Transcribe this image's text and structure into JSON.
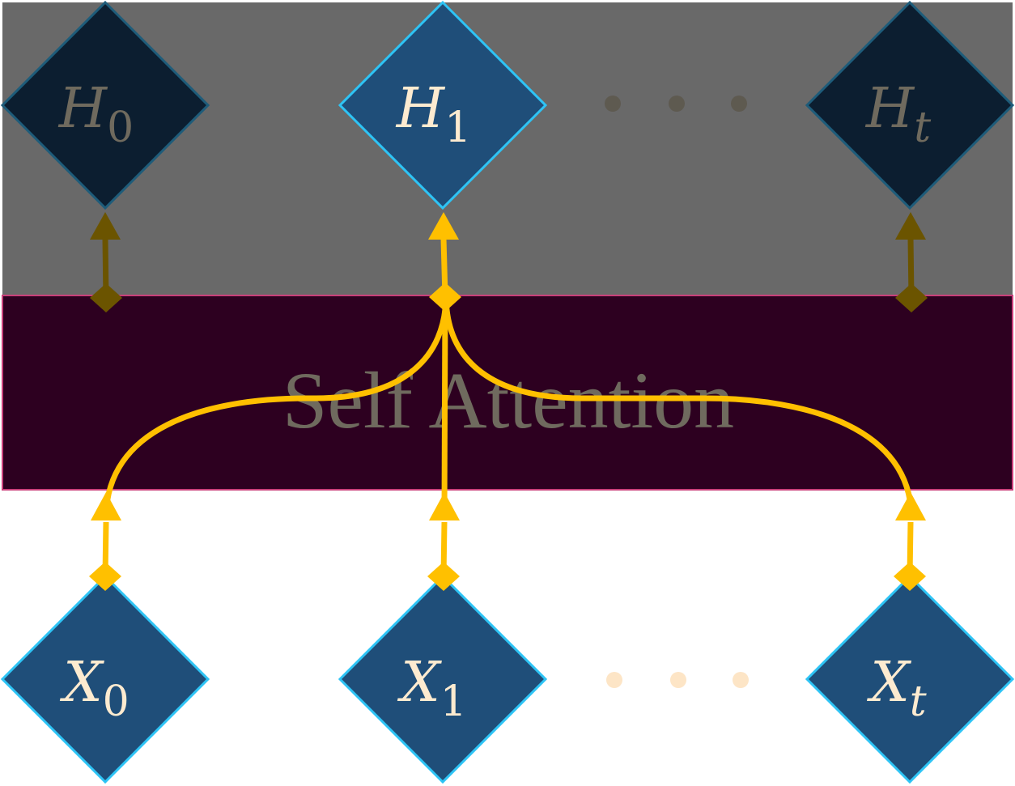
{
  "diagram": {
    "layer_label": "Self Attention",
    "ellipsis": "·  ·  ·",
    "outputs": [
      {
        "symbol": "H",
        "subscript": "0",
        "highlighted": false
      },
      {
        "symbol": "H",
        "subscript": "1",
        "highlighted": true
      },
      {
        "symbol": "H",
        "subscript": "t",
        "highlighted": false
      }
    ],
    "inputs": [
      {
        "symbol": "X",
        "subscript": "0"
      },
      {
        "symbol": "X",
        "subscript": "1"
      },
      {
        "symbol": "X",
        "subscript": "t"
      }
    ]
  },
  "colors": {
    "node_fill": "#1f4e79",
    "node_border": "#2ec4f5",
    "dim_node_fill": "#0c1e30",
    "dim_node_border": "#1e5c7a",
    "text_light": "#fdebd0",
    "text_dim": "#6f6a5e",
    "arrow": "#ffc000",
    "arrow_dim": "#6b5400",
    "attention_fill": "#2d0020",
    "attention_border": "#c9407a",
    "overlay": "#696969"
  }
}
